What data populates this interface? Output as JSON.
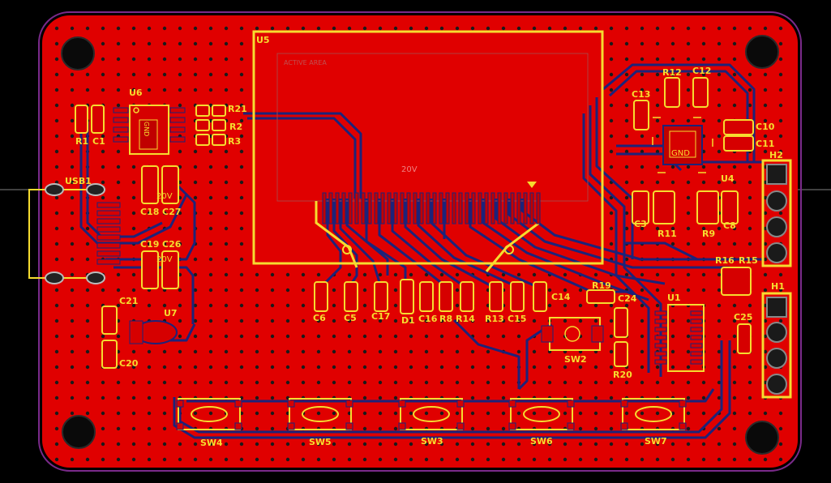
{
  "board": {
    "colors": {
      "background": "#000000",
      "copper": "#e00000",
      "outline": "#7a2a8a",
      "silkscreen": "#f6dc2f",
      "traces_bottom": "#1c237a",
      "drill": "#0a0a0a"
    },
    "labels": {
      "u5": "U5",
      "u6": "U6",
      "u4": "U4",
      "u7": "U7",
      "u1": "U1",
      "usb1": "USB1",
      "h1": "H1",
      "h2": "H2",
      "r1": "R1",
      "c1": "C1",
      "r21": "R21",
      "r2": "R2",
      "r3": "R3",
      "c18": "C18",
      "c27": "C27",
      "c19": "C19",
      "c26": "C26",
      "c21": "C21",
      "c20": "C20",
      "c6": "C6",
      "c5": "C5",
      "c17": "C17",
      "d1": "D1",
      "c16": "C16",
      "r8": "R8",
      "r14": "R14",
      "r13": "R13",
      "c15": "C15",
      "c14": "C14",
      "r19": "R19",
      "c24": "C24",
      "sw2": "SW2",
      "r20": "R20",
      "c25": "C25",
      "r16": "R16",
      "r15": "R15",
      "r12": "R12",
      "c12": "C12",
      "c13": "C13",
      "c10": "C10",
      "c11": "C11",
      "c3": "C3",
      "r11": "R11",
      "r9": "R9",
      "c8": "C8",
      "sw4": "SW4",
      "sw5": "SW5",
      "sw3": "SW3",
      "sw6": "SW6",
      "sw7": "SW7",
      "net_20v": "20V",
      "active_area": "ACTIVE AREA",
      "gnd": "GND"
    }
  }
}
